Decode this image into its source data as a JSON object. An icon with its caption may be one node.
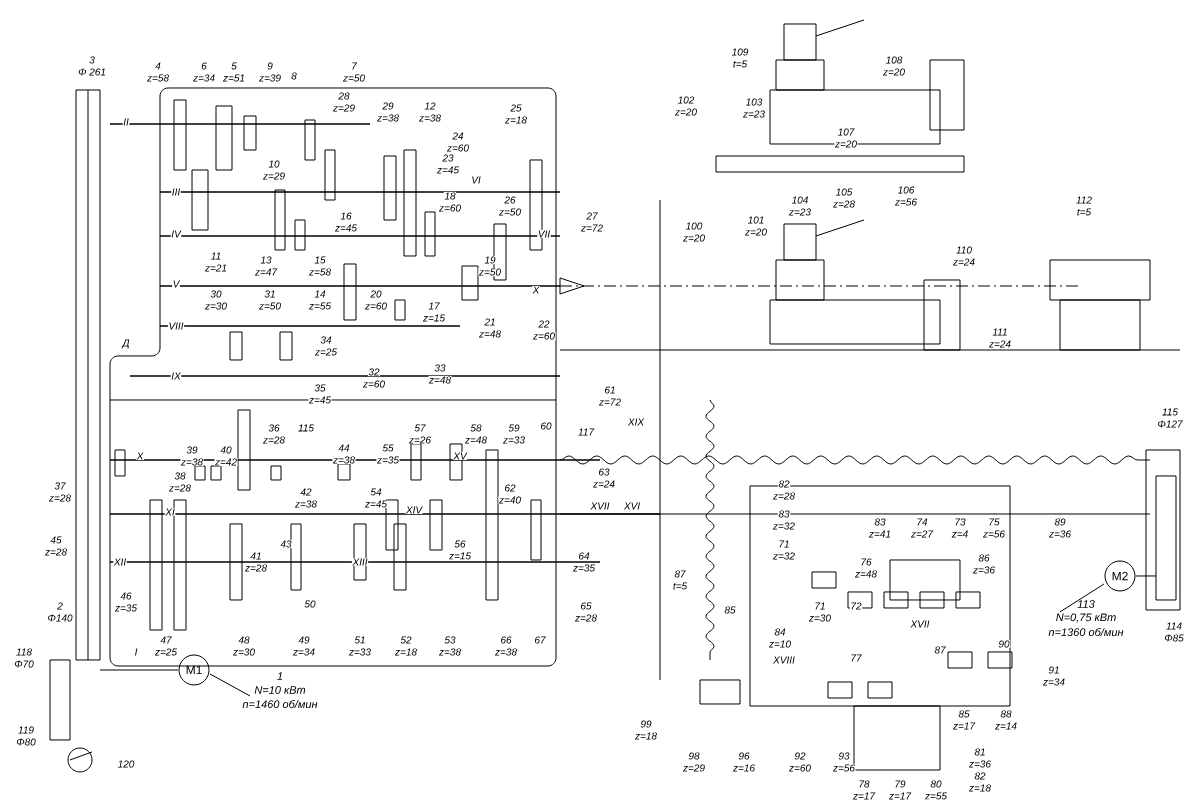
{
  "diagram": {
    "nodes": [
      {
        "text": [
          "M1"
        ],
        "beside": [
          "1",
          "N=10 кВт",
          "n=1460 об/мин"
        ]
      },
      {
        "text": [
          "M2"
        ],
        "beside": [
          "113",
          "N=0,75 кВт",
          "n=1360 об/мин"
        ]
      }
    ],
    "labels": [
      "3",
      "Φ 261",
      "4",
      "z=58",
      "6",
      "z=34",
      "5",
      "z=51",
      "9",
      "z=39",
      "8",
      "7",
      "z=50",
      "28",
      "z=29",
      "29",
      "z=38",
      "12",
      "z=38",
      "25",
      "z=18",
      "24",
      "z=60",
      "23",
      "z=45",
      "II",
      "10",
      "z=29",
      "VI",
      "III",
      "18",
      "z=60",
      "26",
      "z=50",
      "27",
      "z=72",
      "16",
      "z=45",
      "IV",
      "VII",
      "11",
      "z=21",
      "13",
      "z=47",
      "15",
      "z=58",
      "19",
      "z=50",
      "V",
      "X",
      "30",
      "z=30",
      "31",
      "z=50",
      "14",
      "z=55",
      "20",
      "z=60",
      "17",
      "z=15",
      "21",
      "z=48",
      "22",
      "z=60",
      "VIII",
      "34",
      "z=25",
      "Д",
      "33",
      "z=48",
      "32",
      "z=60",
      "IX",
      "35",
      "z=45",
      "36",
      "z=28",
      "115",
      "57",
      "z=26",
      "58",
      "z=48",
      "59",
      "z=33",
      "60",
      "117",
      "X",
      "39",
      "z=38",
      "40",
      "z=42",
      "44",
      "z=38",
      "55",
      "z=35",
      "XV",
      "37",
      "z=28",
      "38",
      "z=28",
      "42",
      "z=38",
      "54",
      "z=45",
      "62",
      "z=40",
      "63",
      "z=24",
      "XI",
      "XIV",
      "XVII",
      "XVI",
      "45",
      "z=28",
      "41",
      "z=28",
      "43",
      "56",
      "z=15",
      "64",
      "z=35",
      "XII",
      "XIII",
      "2",
      "Φ140",
      "46",
      "z=35",
      "50",
      "65",
      "z=28",
      "47",
      "z=25",
      "48",
      "z=30",
      "49",
      "z=34",
      "51",
      "z=33",
      "52",
      "z=18",
      "53",
      "z=38",
      "66",
      "z=38",
      "67",
      "118",
      "Φ70",
      "I",
      "119",
      "Φ80",
      "120",
      "109",
      "t=5",
      "108",
      "z=20",
      "102",
      "z=20",
      "103",
      "z=23",
      "107",
      "z=20",
      "106",
      "z=56",
      "105",
      "z=28",
      "104",
      "z=23",
      "112",
      "t=5",
      "101",
      "z=20",
      "100",
      "z=20",
      "110",
      "z=24",
      "111",
      "z=24",
      "61",
      "z=72",
      "XIX",
      "115",
      "Φ127",
      "82",
      "z=28",
      "83",
      "z=32",
      "71",
      "z=32",
      "83",
      "z=41",
      "74",
      "z=27",
      "73",
      "z=4",
      "75",
      "z=56",
      "89",
      "z=36",
      "76",
      "z=48",
      "86",
      "z=36",
      "87",
      "t=5",
      "85",
      "71",
      "z=30",
      "72",
      "84",
      "z=10",
      "XVII",
      "XVIII",
      "77",
      "87",
      "90",
      "91",
      "z=34",
      "99",
      "z=18",
      "85",
      "z=17",
      "88",
      "z=14",
      "98",
      "z=29",
      "96",
      "z=16",
      "92",
      "z=60",
      "93",
      "z=56",
      "81",
      "z=36",
      "78",
      "z=17",
      "79",
      "z=17",
      "80",
      "z=55",
      "82",
      "z=18",
      "114",
      "Φ85"
    ]
  }
}
